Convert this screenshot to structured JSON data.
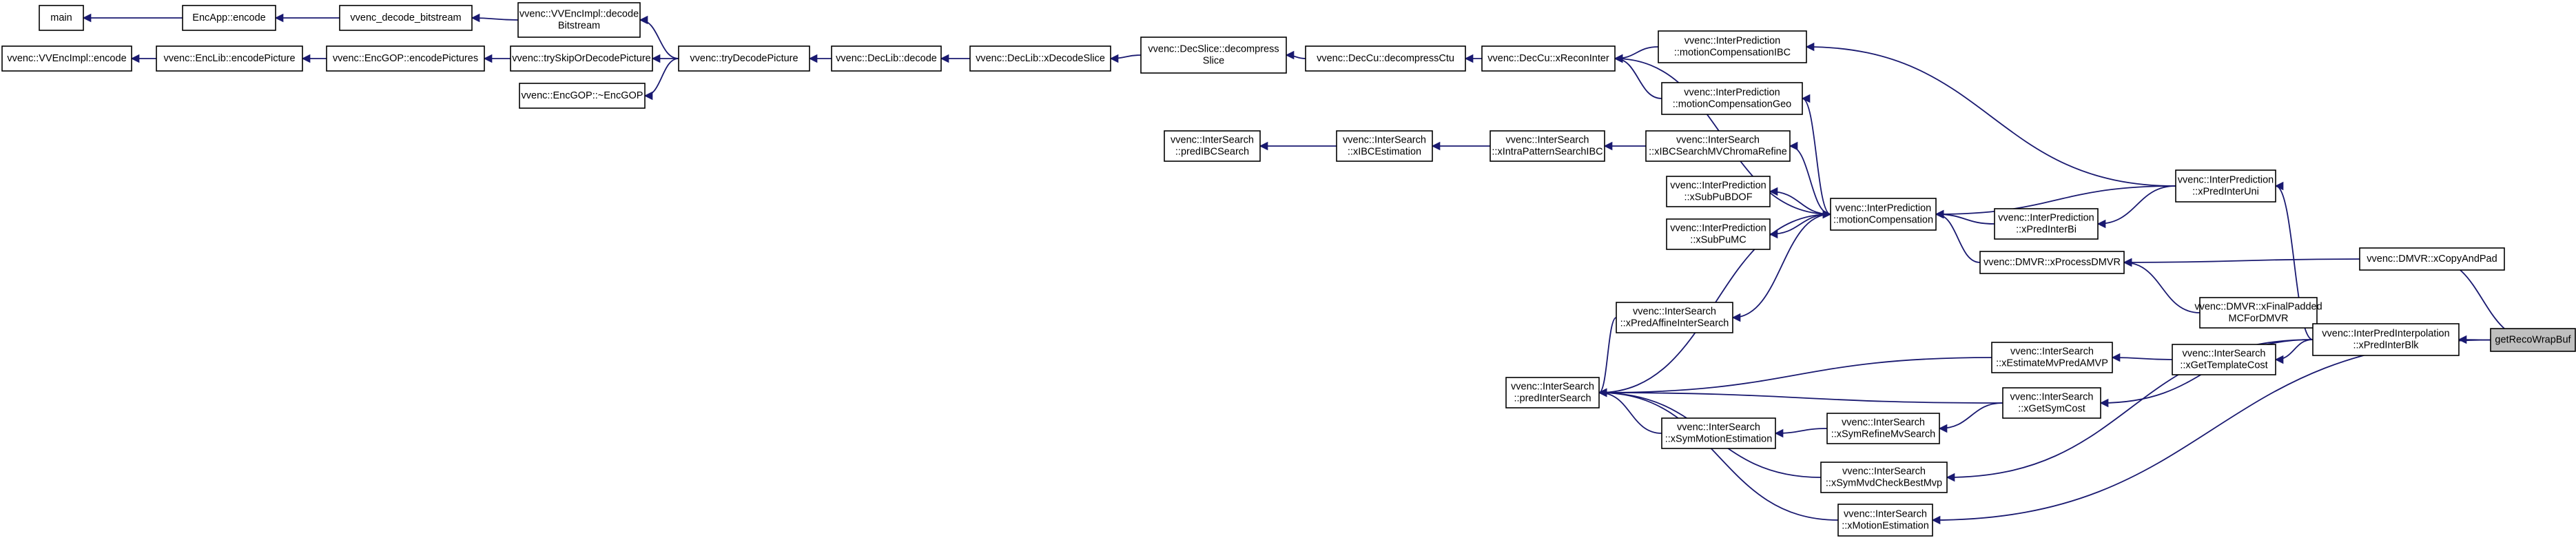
{
  "graph": {
    "accent_color": "#191970",
    "node_highlight_color": "#bfbfbf",
    "nodes": [
      {
        "id": "main",
        "lines": [
          "main"
        ]
      },
      {
        "id": "encapp_encode",
        "lines": [
          "EncApp::encode"
        ]
      },
      {
        "id": "decode_bitstream",
        "lines": [
          "vvenc_decode_bitstream"
        ]
      },
      {
        "id": "vvencimpl_decode",
        "lines": [
          "vvenc::VVEncImpl::decode",
          "Bitstream"
        ]
      },
      {
        "id": "vvencimpl_encode",
        "lines": [
          "vvenc::VVEncImpl::encode"
        ]
      },
      {
        "id": "enclib_encodepicture",
        "lines": [
          "vvenc::EncLib::encodePicture"
        ]
      },
      {
        "id": "encgop_encodepictures",
        "lines": [
          "vvenc::EncGOP::encodePictures"
        ]
      },
      {
        "id": "tryskip",
        "lines": [
          "vvenc::trySkipOrDecodePicture"
        ]
      },
      {
        "id": "encgop_dtor",
        "lines": [
          "vvenc::EncGOP::~EncGOP"
        ]
      },
      {
        "id": "trydecodepicture",
        "lines": [
          "vvenc::tryDecodePicture"
        ]
      },
      {
        "id": "declib_decode",
        "lines": [
          "vvenc::DecLib::decode"
        ]
      },
      {
        "id": "declib_xdecodeslice",
        "lines": [
          "vvenc::DecLib::xDecodeSlice"
        ]
      },
      {
        "id": "decslice_decompress",
        "lines": [
          "vvenc::DecSlice::decompress",
          "Slice"
        ]
      },
      {
        "id": "deccu_decompressctu",
        "lines": [
          "vvenc::DecCu::decompressCtu"
        ]
      },
      {
        "id": "deccu_xreconinter",
        "lines": [
          "vvenc::DecCu::xReconInter"
        ]
      },
      {
        "id": "ip_mcibc",
        "lines": [
          "vvenc::InterPrediction",
          "::motionCompensationIBC"
        ]
      },
      {
        "id": "ip_mcgeo",
        "lines": [
          "vvenc::InterPrediction",
          "::motionCompensationGeo"
        ]
      },
      {
        "id": "is_predibcsearch",
        "lines": [
          "vvenc::InterSearch",
          "::predIBCSearch"
        ]
      },
      {
        "id": "is_xibcestimation",
        "lines": [
          "vvenc::InterSearch",
          "::xIBCEstimation"
        ]
      },
      {
        "id": "is_xintrapatternsearchibc",
        "lines": [
          "vvenc::InterSearch",
          "::xIntraPatternSearchIBC"
        ]
      },
      {
        "id": "is_xibcsearchmvchroma",
        "lines": [
          "vvenc::InterSearch",
          "::xIBCSearchMVChromaRefine"
        ]
      },
      {
        "id": "ip_xsubpubdof",
        "lines": [
          "vvenc::InterPrediction",
          "::xSubPuBDOF"
        ]
      },
      {
        "id": "ip_xsubpumc",
        "lines": [
          "vvenc::InterPrediction",
          "::xSubPuMC"
        ]
      },
      {
        "id": "ip_mc",
        "lines": [
          "vvenc::InterPrediction",
          "::motionCompensation"
        ]
      },
      {
        "id": "ip_xpredinterbi",
        "lines": [
          "vvenc::InterPrediction",
          "::xPredInterBi"
        ]
      },
      {
        "id": "ip_xpredinteruni",
        "lines": [
          "vvenc::InterPrediction",
          "::xPredInterUni"
        ]
      },
      {
        "id": "dmvr_xprocessdmvr",
        "lines": [
          "vvenc::DMVR::xProcessDMVR"
        ]
      },
      {
        "id": "dmvr_xcopyandpad",
        "lines": [
          "vvenc::DMVR::xCopyAndPad"
        ]
      },
      {
        "id": "dmvr_xfinalpadded",
        "lines": [
          "vvenc::DMVR::xFinalPadded",
          "MCForDMVR"
        ]
      },
      {
        "id": "is_xpredaffine",
        "lines": [
          "vvenc::InterSearch",
          "::xPredAffineInterSearch"
        ]
      },
      {
        "id": "ipi_xpredinterblk",
        "lines": [
          "vvenc::InterPredInterpolation",
          "::xPredInterBlk"
        ]
      },
      {
        "id": "getrecowrapbuf",
        "lines": [
          "getRecoWrapBuf"
        ],
        "highlight": true
      },
      {
        "id": "is_xestimatemvpred",
        "lines": [
          "vvenc::InterSearch",
          "::xEstimateMvPredAMVP"
        ]
      },
      {
        "id": "is_xgettemplatecost",
        "lines": [
          "vvenc::InterSearch",
          "::xGetTemplateCost"
        ]
      },
      {
        "id": "is_predintersearch",
        "lines": [
          "vvenc::InterSearch",
          "::predInterSearch"
        ]
      },
      {
        "id": "is_xgetsymcost",
        "lines": [
          "vvenc::InterSearch",
          "::xGetSymCost"
        ]
      },
      {
        "id": "is_xsymmotionestimation",
        "lines": [
          "vvenc::InterSearch",
          "::xSymMotionEstimation"
        ]
      },
      {
        "id": "is_xsymrefinemvsearch",
        "lines": [
          "vvenc::InterSearch",
          "::xSymRefineMvSearch"
        ]
      },
      {
        "id": "is_xsymmvdcheckbestmvp",
        "lines": [
          "vvenc::InterSearch",
          "::xSymMvdCheckBestMvp"
        ]
      },
      {
        "id": "is_xmotionestimation",
        "lines": [
          "vvenc::InterSearch",
          "::xMotionEstimation"
        ]
      }
    ]
  }
}
